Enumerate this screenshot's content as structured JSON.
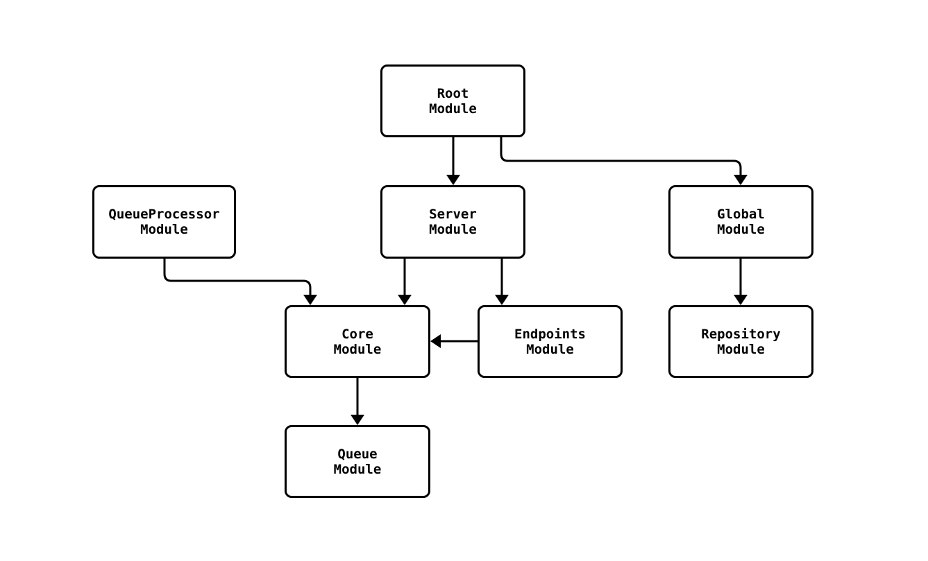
{
  "diagram": {
    "type": "module-dependency-graph",
    "background_color": "#ffffff",
    "stroke_color": "#000000",
    "node_fill_color": "#ffffff",
    "nodes": [
      {
        "id": "root",
        "label": "Root\nModule"
      },
      {
        "id": "queueprocessor",
        "label": "QueueProcessor\nModule"
      },
      {
        "id": "server",
        "label": "Server\nModule"
      },
      {
        "id": "global",
        "label": "Global\nModule"
      },
      {
        "id": "core",
        "label": "Core\nModule"
      },
      {
        "id": "endpoints",
        "label": "Endpoints\nModule"
      },
      {
        "id": "repository",
        "label": "Repository\nModule"
      },
      {
        "id": "queue",
        "label": "Queue\nModule"
      }
    ],
    "edges": [
      {
        "from": "root",
        "to": "server"
      },
      {
        "from": "root",
        "to": "global"
      },
      {
        "from": "queueprocessor",
        "to": "core"
      },
      {
        "from": "server",
        "to": "core"
      },
      {
        "from": "server",
        "to": "endpoints"
      },
      {
        "from": "global",
        "to": "repository"
      },
      {
        "from": "endpoints",
        "to": "core"
      },
      {
        "from": "core",
        "to": "queue"
      }
    ]
  }
}
